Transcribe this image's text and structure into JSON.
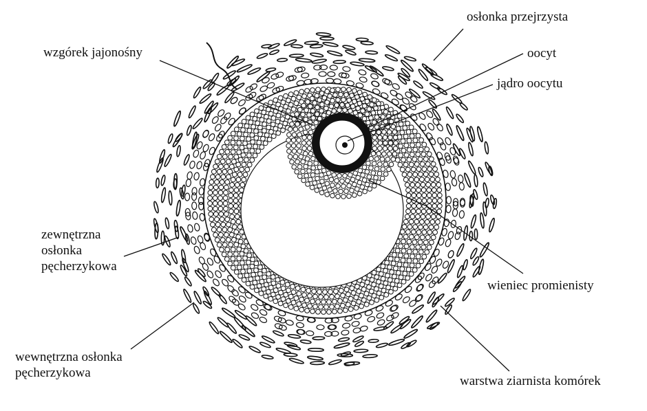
{
  "labels": {
    "oslonka_przejrzysta": "osłonka przejrzysta",
    "oocyt": "oocyt",
    "jadro_oocytu": "jądro oocytu",
    "wzgorek": "wzgórek jajonośny",
    "zewnetrzna": [
      "zewnętrzna",
      "osłonka",
      "pęcherzykowa"
    ],
    "wieniec": "wieniec promienisty",
    "wewnetrzna": [
      "wewnętrzna osłonka",
      "pęcherzykowa"
    ],
    "warstwa": "warstwa ziarnista komórek"
  }
}
